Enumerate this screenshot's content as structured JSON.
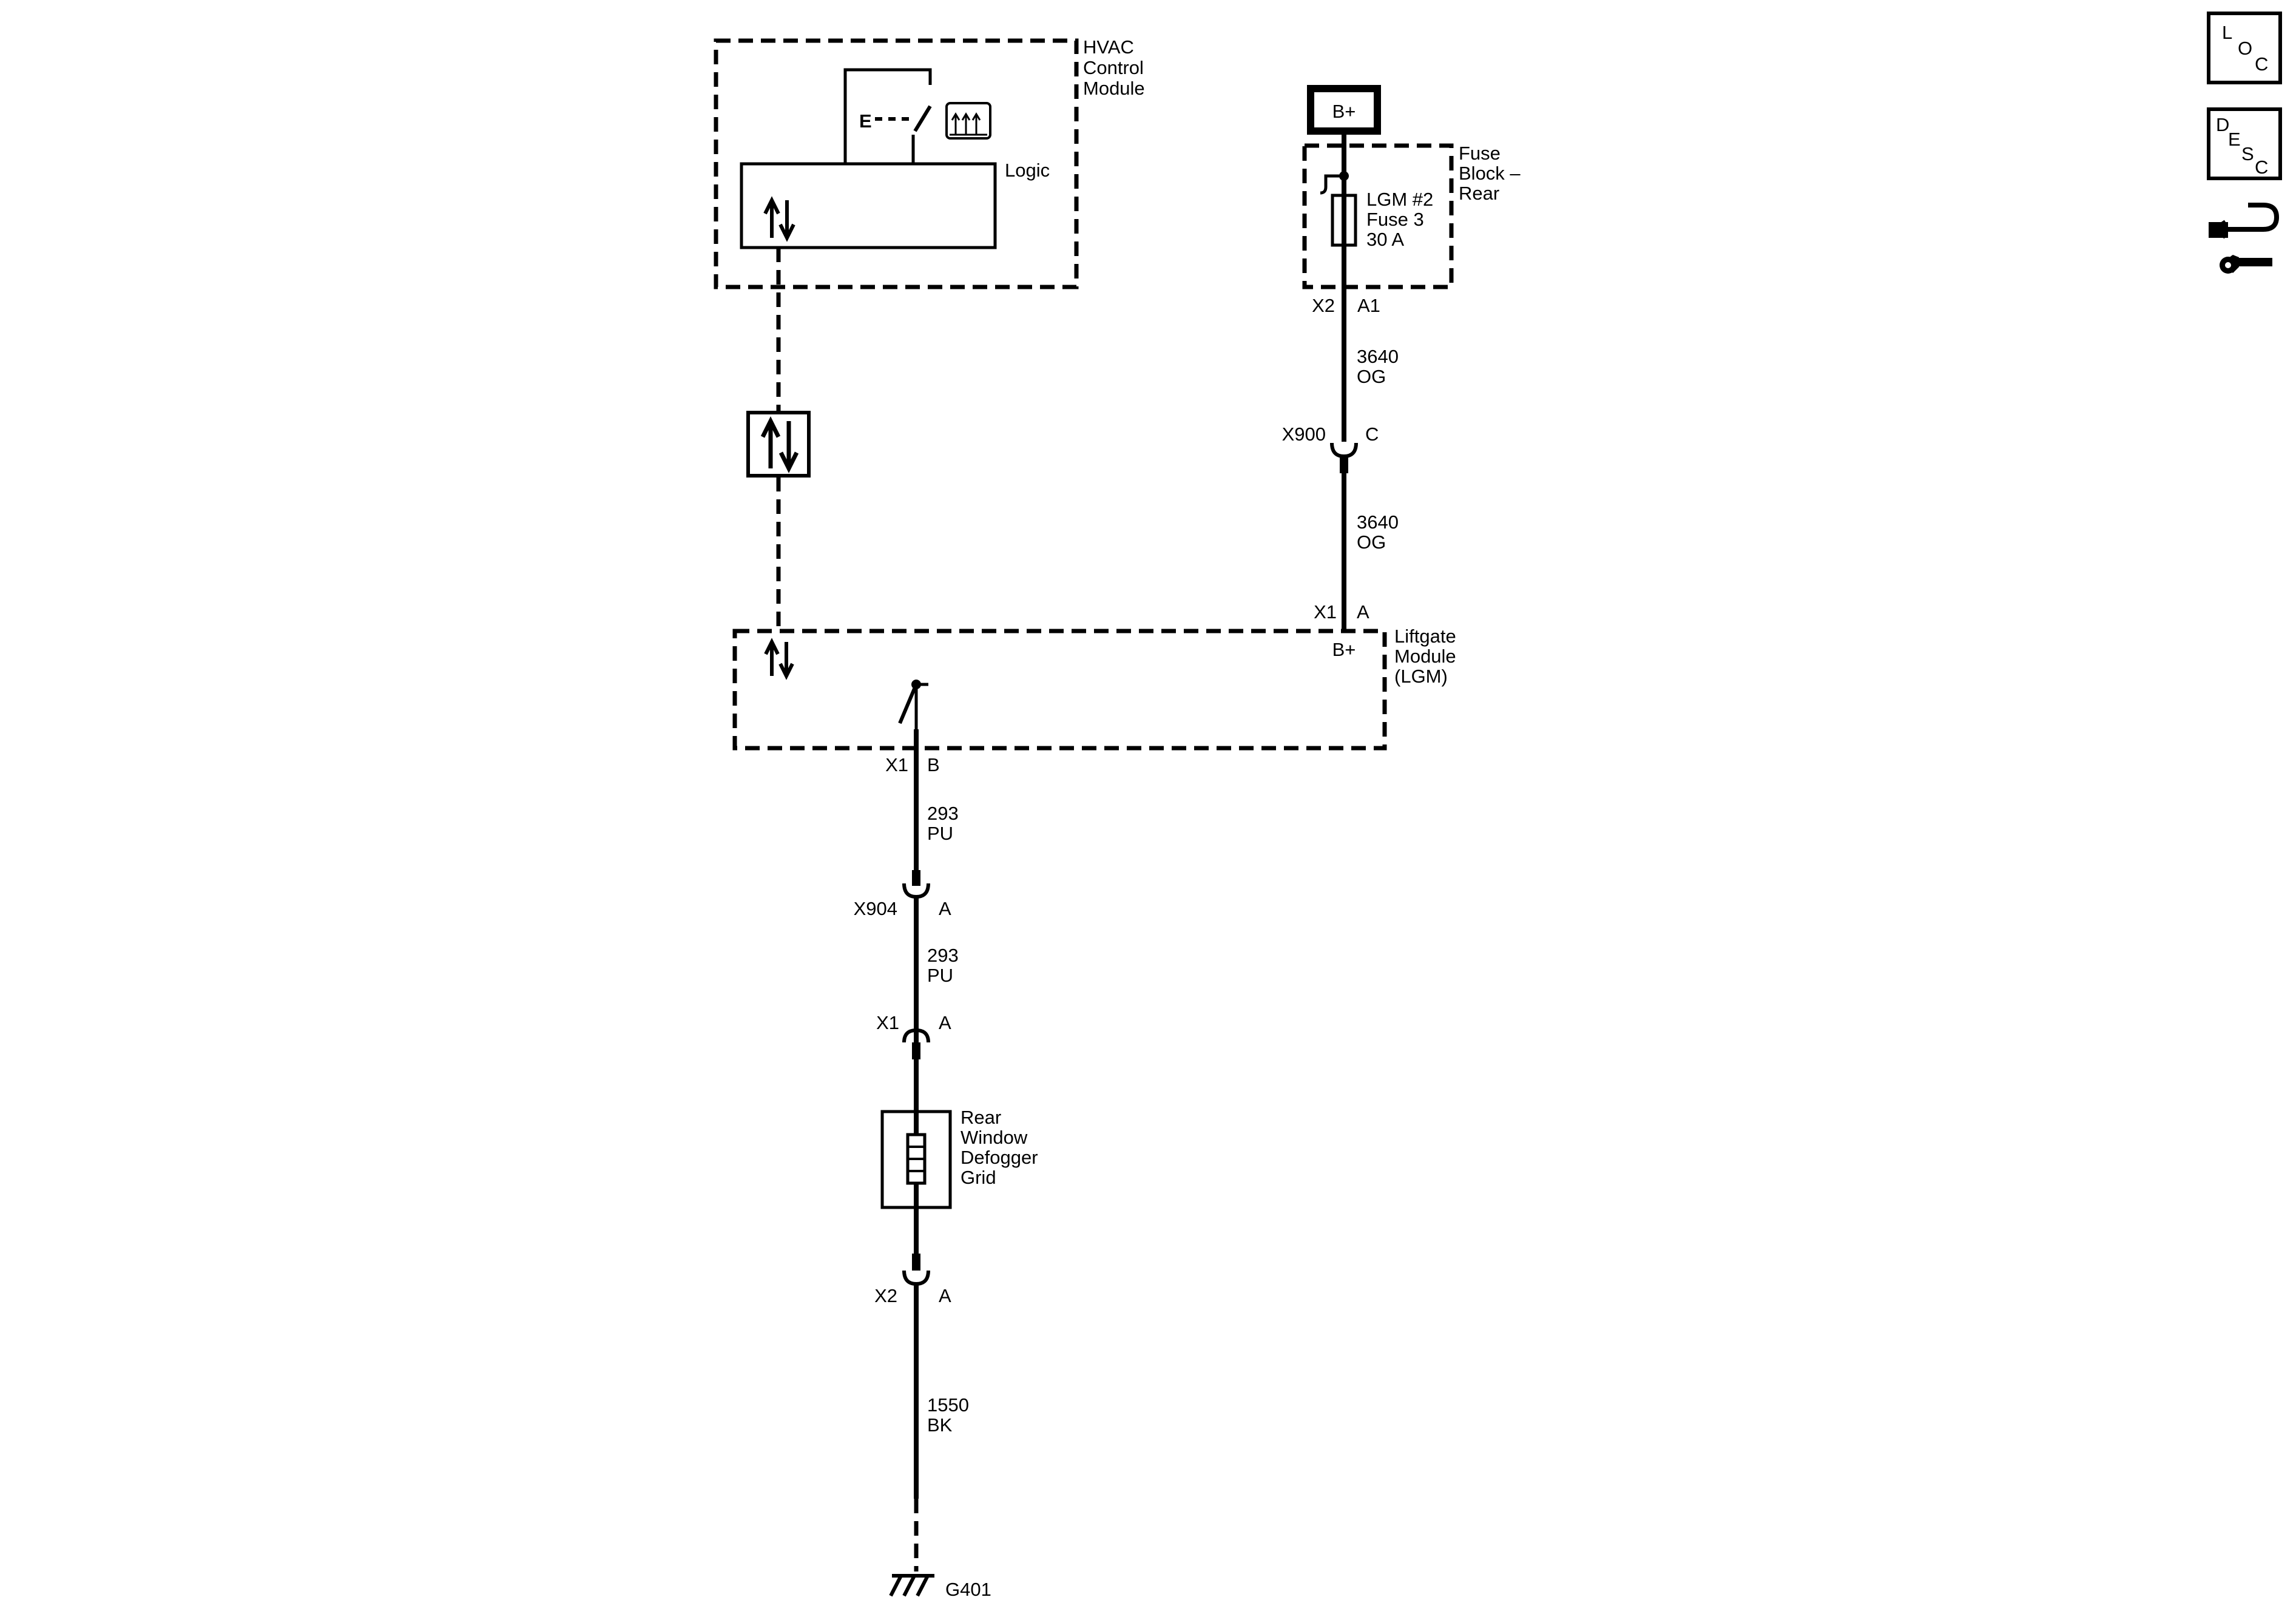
{
  "hvac": {
    "title_line1": "HVAC",
    "title_line2": "Control",
    "title_line3": "Module",
    "logic_label": "Logic",
    "switch_letter": "E"
  },
  "power": {
    "bplus_label": "B+"
  },
  "fuse_block": {
    "title_line1": "Fuse",
    "title_line2": "Block –",
    "title_line3": "Rear",
    "fuse_line1": "LGM #2",
    "fuse_line2": "Fuse 3",
    "fuse_line3": "30 A",
    "connector": "X2",
    "pin": "A1"
  },
  "wire_3640_top": {
    "circuit": "3640",
    "color": "OG"
  },
  "x900": {
    "connector": "X900",
    "pin": "C"
  },
  "wire_3640_bottom": {
    "circuit": "3640",
    "color": "OG"
  },
  "lgm": {
    "title_line1": "Liftgate",
    "title_line2": "Module",
    "title_line3": "(LGM)",
    "bplus_label": "B+",
    "top_connector": "X1",
    "top_pin": "A",
    "out_connector": "X1",
    "out_pin": "B"
  },
  "wire_293_top": {
    "circuit": "293",
    "color": "PU"
  },
  "x904": {
    "connector": "X904",
    "pin": "A"
  },
  "wire_293_bottom": {
    "circuit": "293",
    "color": "PU"
  },
  "defogger": {
    "in_connector": "X1",
    "in_pin": "A",
    "label_line1": "Rear",
    "label_line2": "Window",
    "label_line3": "Defogger",
    "label_line4": "Grid",
    "out_connector": "X2",
    "out_pin": "A"
  },
  "wire_1550": {
    "circuit": "1550",
    "color": "BK"
  },
  "ground": {
    "label": "G401"
  },
  "side_icons": {
    "loc": {
      "l1": "L",
      "l2": "O",
      "l3": "C"
    },
    "desc": {
      "l1": "D",
      "l2": "E",
      "l3": "S",
      "l4": "C"
    },
    "connector_icon": "wire-connector-tool-icon"
  }
}
